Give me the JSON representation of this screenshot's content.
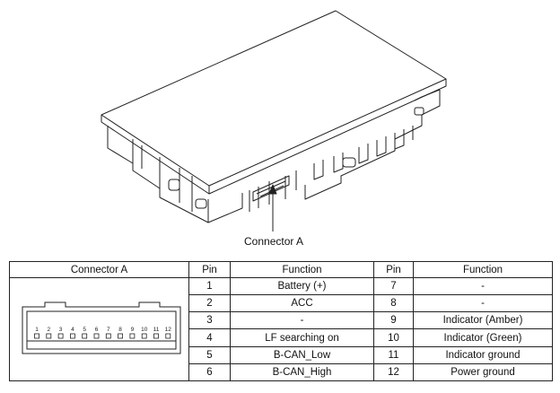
{
  "illustration": {
    "callout_label": "Connector A"
  },
  "table": {
    "headers": {
      "connector": "Connector A",
      "pin_left": "Pin",
      "function_left": "Function",
      "pin_right": "Pin",
      "function_right": "Function"
    },
    "rows": [
      {
        "pin_a": "1",
        "func_a": "Battery (+)",
        "pin_b": "7",
        "func_b": "-"
      },
      {
        "pin_a": "2",
        "func_a": "ACC",
        "pin_b": "8",
        "func_b": "-"
      },
      {
        "pin_a": "3",
        "func_a": "-",
        "pin_b": "9",
        "func_b": "Indicator (Amber)"
      },
      {
        "pin_a": "4",
        "func_a": "LF searching on",
        "pin_b": "10",
        "func_b": "Indicator (Green)"
      },
      {
        "pin_a": "5",
        "func_a": "B-CAN_Low",
        "pin_b": "11",
        "func_b": "Indicator ground"
      },
      {
        "pin_a": "6",
        "func_a": "B-CAN_High",
        "pin_b": "12",
        "func_b": "Power ground"
      }
    ],
    "connector_pins": [
      "1",
      "2",
      "3",
      "4",
      "5",
      "6",
      "7",
      "8",
      "9",
      "10",
      "11",
      "12"
    ]
  }
}
